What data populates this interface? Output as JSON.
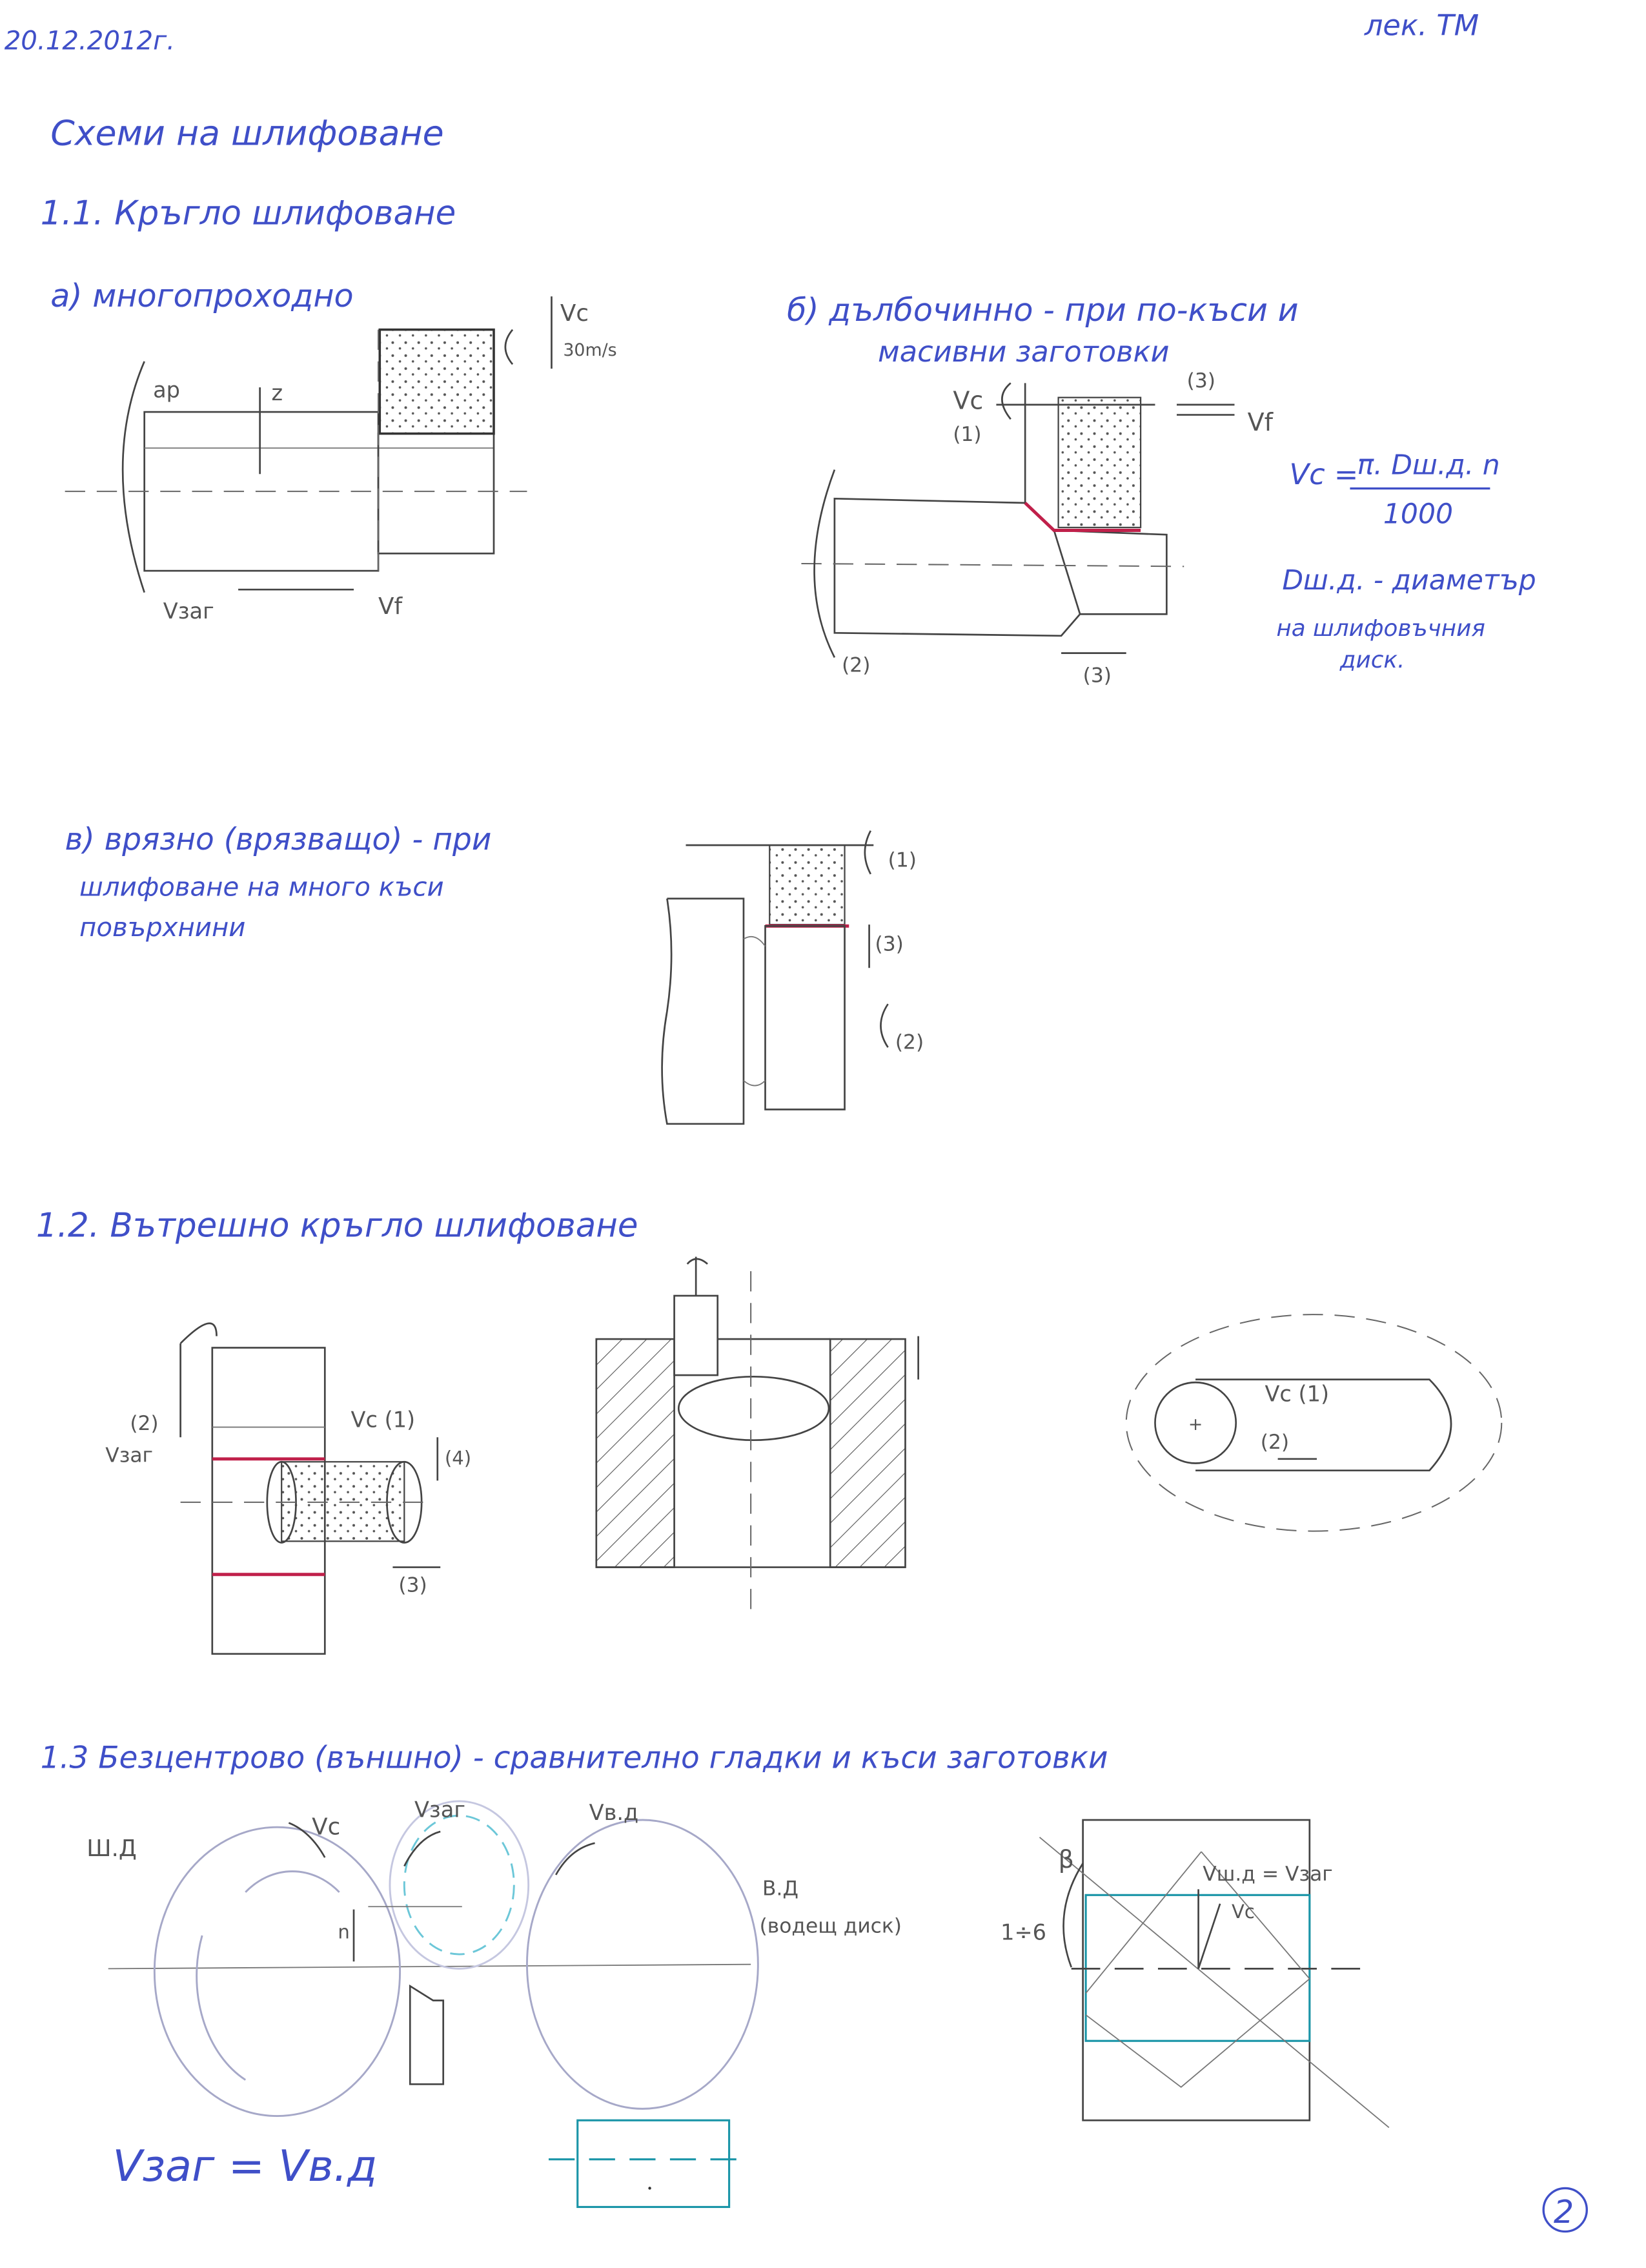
{
  "header": {
    "date": "20.12.2012г.",
    "course": "лек. ТМ"
  },
  "title": "Схеми на шлифоване",
  "section_1_1": {
    "heading": "1.1. Кръгло шлифоване",
    "a": {
      "label": "а) многопроходно",
      "ap": "ap",
      "z": "z",
      "vc": "Vc",
      "vc_value": "30m/s",
      "v_zag": "Vзаг",
      "vf": "Vf"
    },
    "b": {
      "label_line1": "б) дълбочинно - при по-къси и",
      "label_line2": "масивни заготовки",
      "vc": "Vc",
      "n1": "(1)",
      "n3": "(3)",
      "vf": "Vf",
      "n2": "(2)",
      "n3b": "(3)",
      "formula_lhs": "Vc =",
      "formula_num": "π. Dш.д. n",
      "formula_den": "1000",
      "note_line1": "Dш.д. - диаметър",
      "note_line2": "на шлифовъчния",
      "note_line3": "диск."
    },
    "c": {
      "label_line1": "в) врязно (врязващо) - при",
      "label_line2": "шлифоване на много къси",
      "label_line3": "повърхнини",
      "n1": "(1)",
      "n3": "(3)",
      "n2": "(2)"
    }
  },
  "section_1_2": {
    "heading": "1.2. Вътрешно кръгло шлифоване",
    "n2": "(2)",
    "v_zag": "Vзаг",
    "vc1": "Vc (1)",
    "n4": "(4)",
    "n3": "(3)",
    "oval_vc": "Vc (1)",
    "oval_n2": "(2)"
  },
  "section_1_3": {
    "heading": "1.3 Безцентрово (външно) - сравнително гладки и къси заготовки",
    "shd": "Ш.Д",
    "vc": "Vc",
    "v_zag": "Vзаг",
    "v_vd": "Vв.д",
    "n": "n",
    "vd": "В.Д",
    "vd_desc": "(водещ диск)",
    "beta": "β",
    "beta_range": "1÷6",
    "v_eq": "Vш.д = Vзаг",
    "vc2": "Vc",
    "equation": "Vзаг = Vв.д"
  },
  "page_number": "2",
  "colors": {
    "ink": "#3f4fc8",
    "pencil": "#444444",
    "red": "#c0204a",
    "teal": "#1a95a8"
  }
}
